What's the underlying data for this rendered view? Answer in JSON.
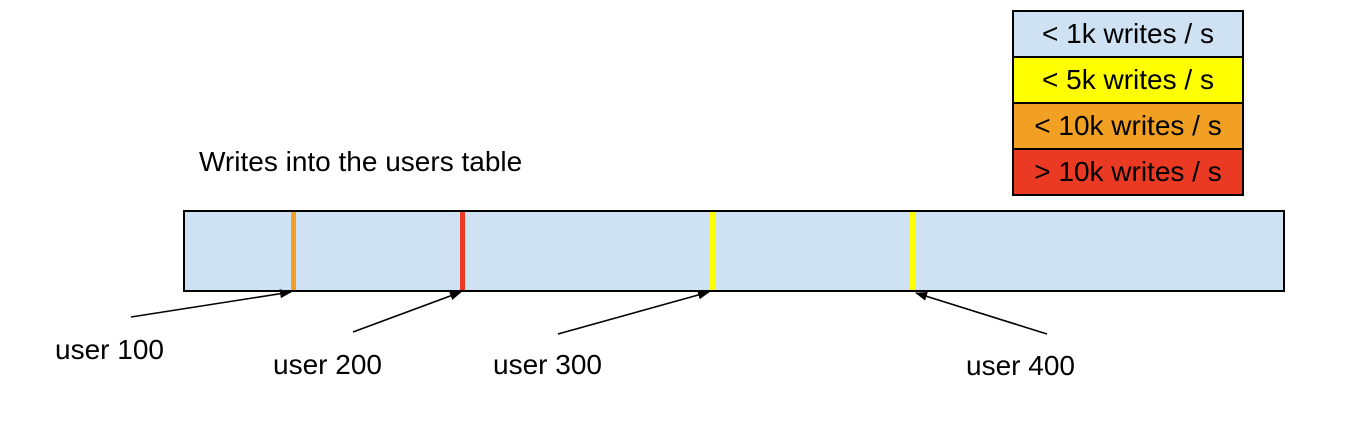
{
  "title": "Writes into the users table",
  "legend": {
    "items": [
      {
        "label": "< 1k writes / s",
        "color": "#CFE2F3"
      },
      {
        "label": "< 5k writes / s",
        "color": "#FFFF00"
      },
      {
        "label": "< 10k writes / s",
        "color": "#F1A024"
      },
      {
        "label": "> 10k writes / s",
        "color": "#EA3A24"
      }
    ]
  },
  "bar": {
    "fill": "#CFE2F3",
    "border": "#000000"
  },
  "markers": [
    {
      "label": "user 100",
      "color": "#F1A024",
      "rate": "< 10k writes / s",
      "position_frac": 0.1
    },
    {
      "label": "user 200",
      "color": "#EA3A24",
      "rate": "> 10k writes / s",
      "position_frac": 0.254
    },
    {
      "label": "user 300",
      "color": "#FFFF00",
      "rate": "< 5k writes / s",
      "position_frac": 0.48
    },
    {
      "label": "user 400",
      "color": "#FFFF00",
      "rate": "< 5k writes / s",
      "position_frac": 0.662
    }
  ]
}
